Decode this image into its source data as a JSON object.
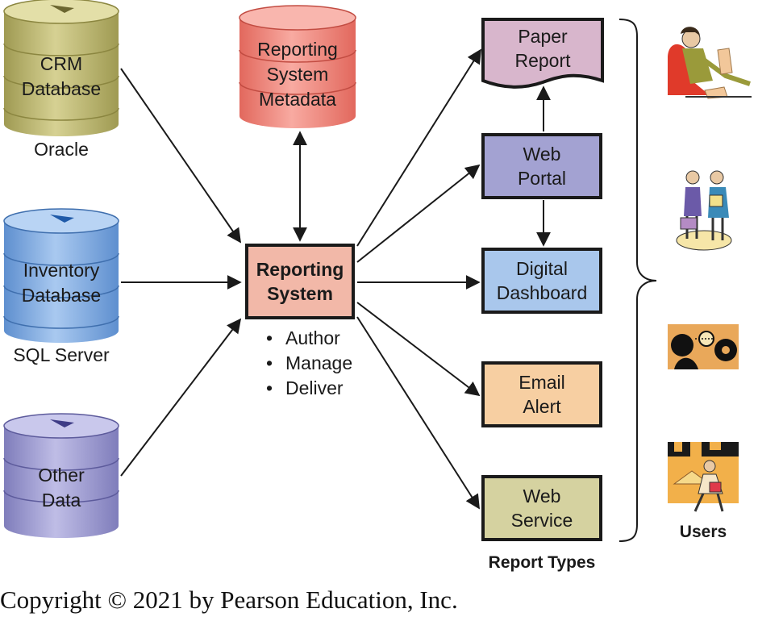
{
  "sources": [
    {
      "line1": "CRM",
      "line2": "Database",
      "caption": "Oracle",
      "color": "#c8c27a"
    },
    {
      "line1": "Inventory",
      "line2": "Database",
      "caption": "SQL Server",
      "color": "#8db4e6"
    },
    {
      "line1": "Other",
      "line2": "Data",
      "caption": "",
      "color": "#a8a6d8"
    }
  ],
  "metadata": {
    "line1": "Reporting",
    "line2": "System",
    "line3": "Metadata",
    "color": "#f3968b"
  },
  "reporting_system": {
    "line1": "Reporting",
    "line2": "System",
    "color": "#f2b8a8",
    "functions": [
      "Author",
      "Manage",
      "Deliver"
    ]
  },
  "report_types": {
    "title": "Report Types",
    "items": [
      {
        "line1": "Paper",
        "line2": "Report",
        "color": "#d8b6cc"
      },
      {
        "line1": "Web",
        "line2": "Portal",
        "color": "#a3a2d2"
      },
      {
        "line1": "Digital",
        "line2": "Dashboard",
        "color": "#a9c7ec"
      },
      {
        "line1": "Email",
        "line2": "Alert",
        "color": "#f7cfa2"
      },
      {
        "line1": "Web",
        "line2": "Service",
        "color": "#d5d2a0"
      }
    ]
  },
  "users": {
    "title": "Users"
  },
  "copyright": "Copyright © 2021 by Pearson Education, Inc."
}
